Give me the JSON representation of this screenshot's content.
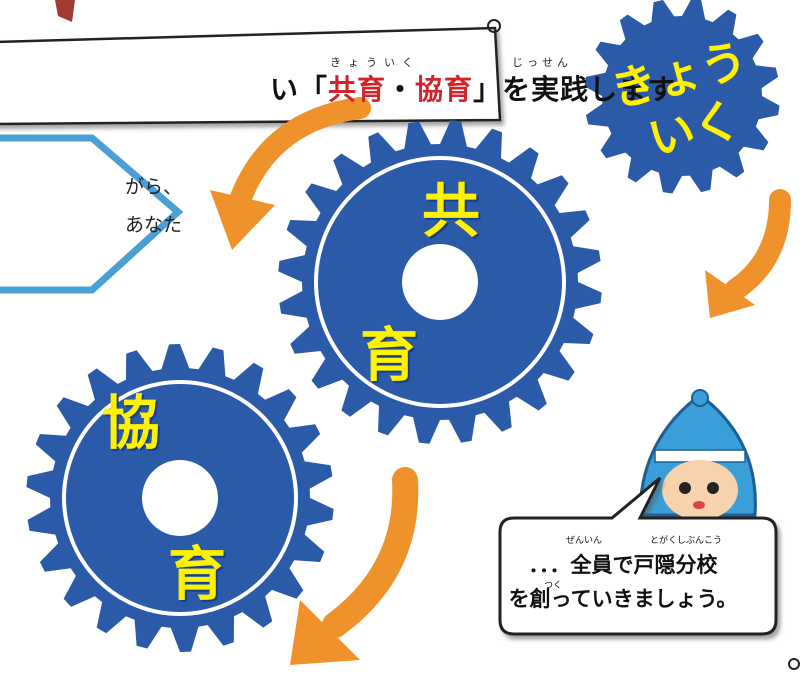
{
  "banner": {
    "prefix": "い「",
    "em1": "共育",
    "dot": "・",
    "em2": "協育",
    "suffix": "」を実践します",
    "ruby_left": "きょういく",
    "ruby_right": "じっせん"
  },
  "hex_text": {
    "line1": "がら、",
    "line2": "あなた"
  },
  "gears": {
    "top_right_label_line1": "きょう",
    "top_right_label_line2": "いく",
    "middle_top": "共",
    "middle_bottom": "育",
    "left_top": "協",
    "left_bottom": "育"
  },
  "speech": {
    "ruby1": "ぜんいん",
    "ruby2": "とがくしぶんこう",
    "line1": "．．．全員で戸隠分校",
    "ruby3": "つく",
    "line2": "を創っていきましょう。"
  },
  "colors": {
    "gear_blue": "#2a5aa8",
    "arrow_orange": "#f0922b",
    "label_yellow": "#fff200",
    "accent_red": "#d0262b"
  }
}
